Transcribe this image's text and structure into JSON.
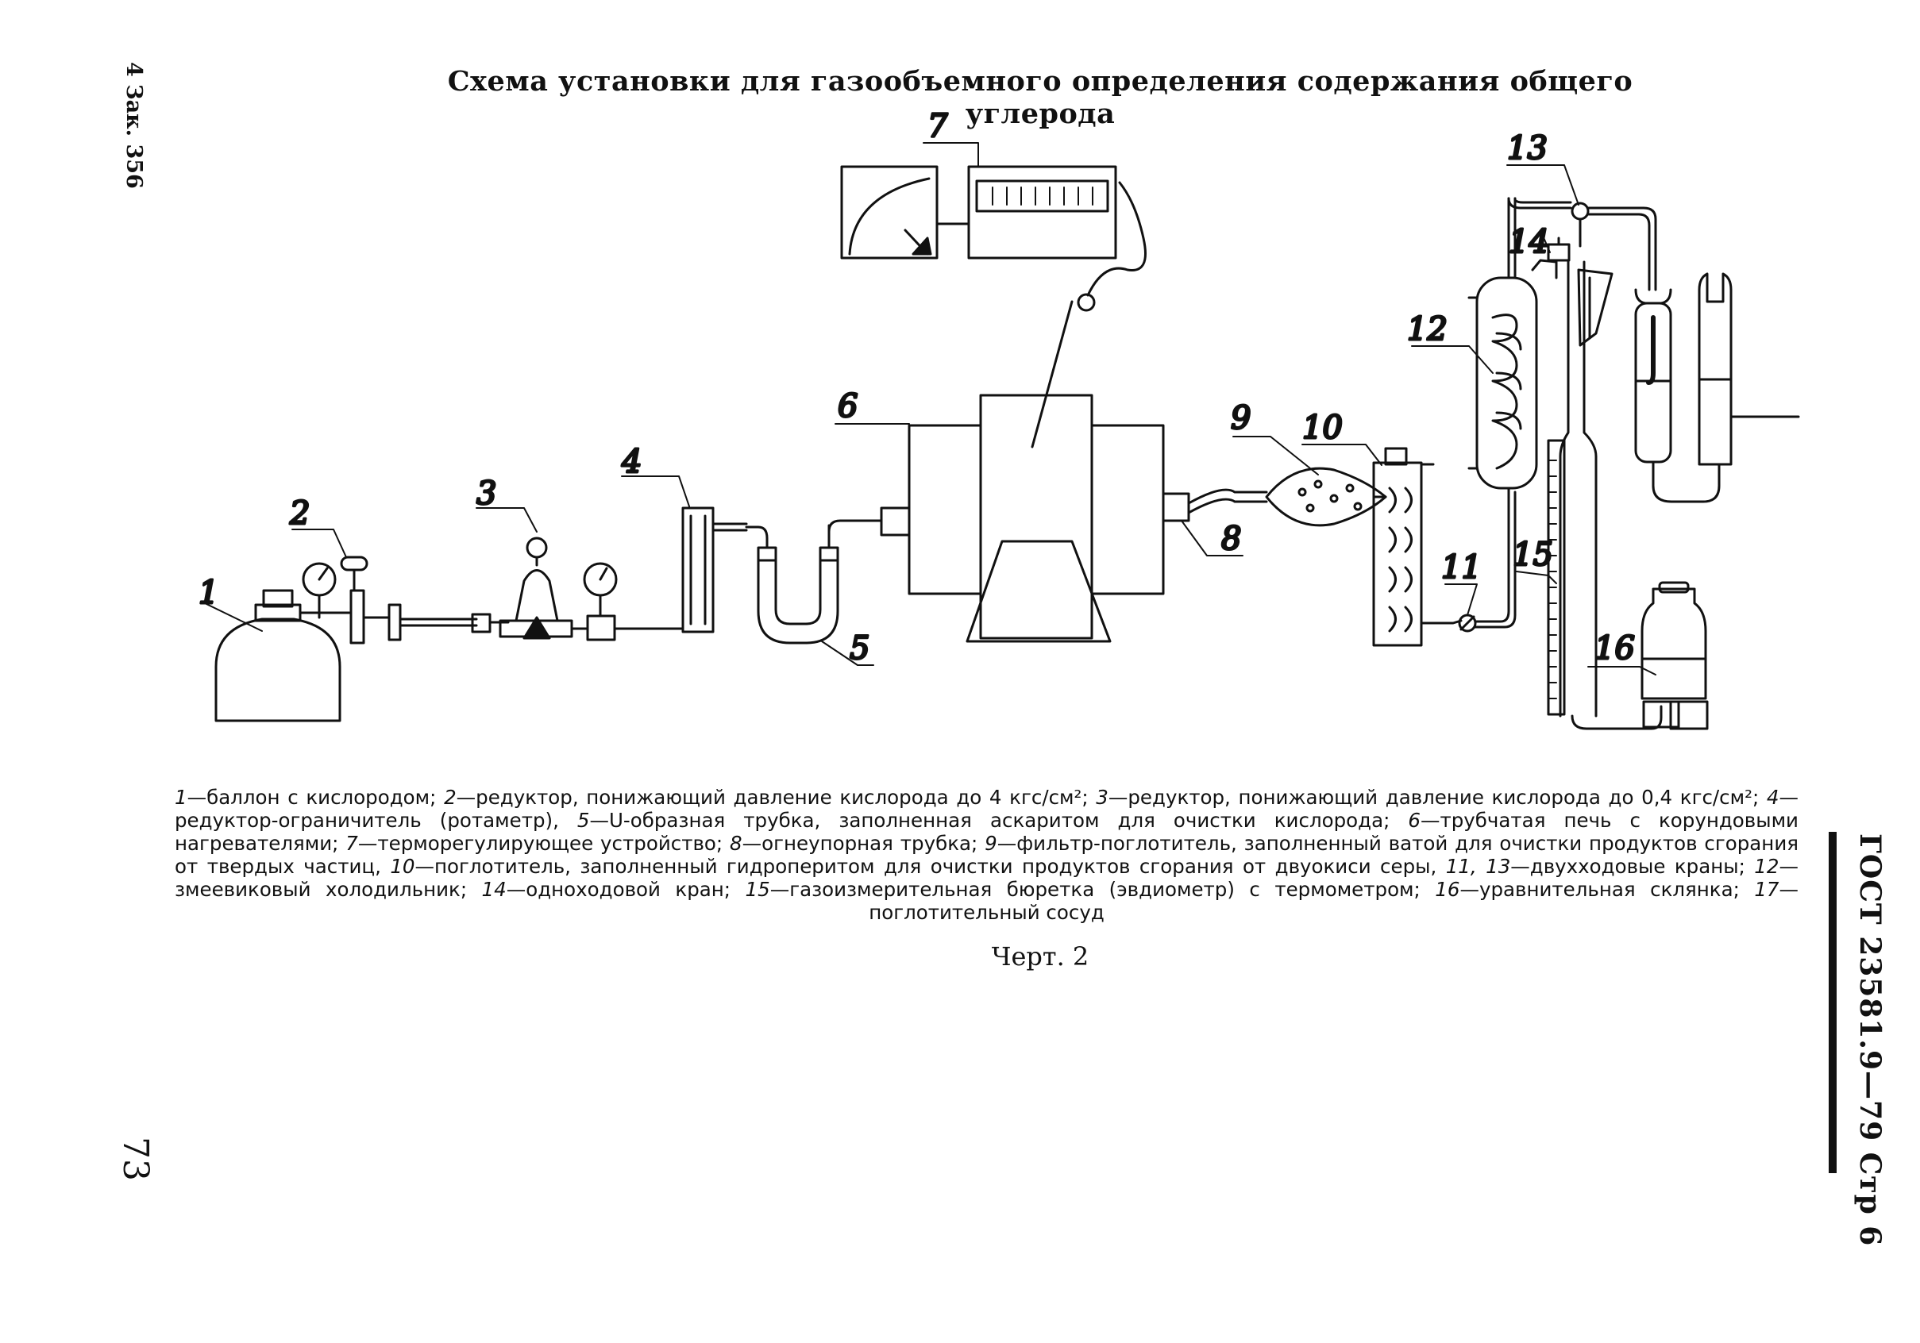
{
  "title": "Схема установки для газообъемного определения содержания общего углерода",
  "side_order": "4 Зак. 356",
  "page_number": "73",
  "standard_ref": "ГОСТ 23581.9—79 Стр 6",
  "caption": "Черт. 2",
  "diagram_labels": [
    "1",
    "2",
    "3",
    "4",
    "5",
    "6",
    "7",
    "8",
    "9",
    "10",
    "11",
    "12",
    "13",
    "14",
    "15",
    "16"
  ],
  "legend": [
    {
      "num": "1",
      "text": "—баллон с кислородом; "
    },
    {
      "num": "2",
      "text": "—редуктор, понижающий давление кислорода до 4 кгс/см²; "
    },
    {
      "num": "3",
      "text": "—редуктор, понижающий давление кислорода до 0,4 кгс/см²; "
    },
    {
      "num": "4",
      "text": "—редуктор-ограничитель (ротаметр), "
    },
    {
      "num": "5",
      "text": "—U-образная трубка, заполненная аскаритом для очистки кислорода; "
    },
    {
      "num": "6",
      "text": "—трубчатая печь с корундовыми нагревателями; "
    },
    {
      "num": "7",
      "text": "—терморегулирующее устройство; "
    },
    {
      "num": "8",
      "text": "—огнеупорная трубка; "
    },
    {
      "num": "9",
      "text": "—фильтр-поглотитель, заполненный ватой для очистки продуктов сгорания от твердых частиц, "
    },
    {
      "num": "10",
      "text": "—поглотитель, заполненный гидроперитом для очистки продуктов сгорания от двуокиси серы, "
    },
    {
      "num": "11, 13",
      "text": "—двухходовые краны; "
    },
    {
      "num": "12",
      "text": "—змеевиковый холодильник; "
    },
    {
      "num": "14",
      "text": "—одноходовой кран; "
    },
    {
      "num": "15",
      "text": "—газоизмерительная бюретка (эвдиометр) с термометром; "
    },
    {
      "num": "16",
      "text": "—уравнительная склянка; "
    },
    {
      "num": "17",
      "text": "—поглотительный сосуд"
    }
  ]
}
